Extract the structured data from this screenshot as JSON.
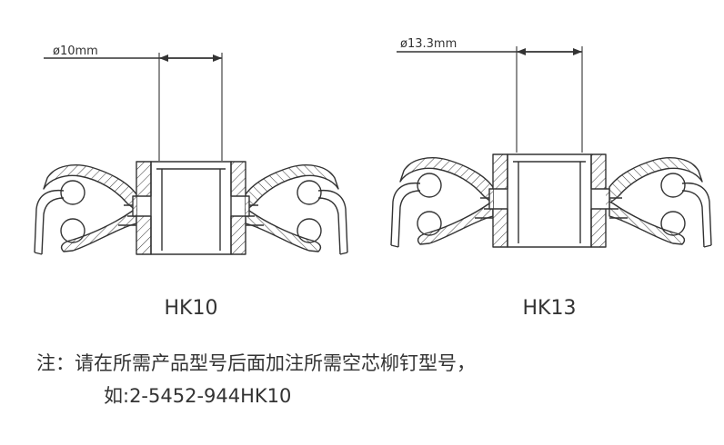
{
  "drawings": [
    {
      "model": "HK10",
      "diameter_label": "ø10mm"
    },
    {
      "model": "HK13",
      "diameter_label": "ø13.3mm"
    }
  ],
  "note": {
    "text": "注：请在所需产品型号后面加注所需空芯柳钉型号，",
    "example": "如:2-5452-944HK10"
  },
  "colors": {
    "line": "#333333",
    "background": "#ffffff"
  }
}
